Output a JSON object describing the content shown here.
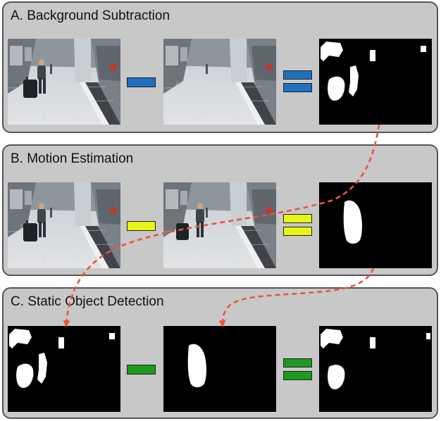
{
  "panels": [
    {
      "title": "A. Background Subtraction",
      "operator_color": "#1f6fc0",
      "operator": "minus_equals"
    },
    {
      "title": "B. Motion Estimation",
      "operator_color": "#e6f516",
      "operator": "minus_equals"
    },
    {
      "title": "C. Static Object Detection",
      "operator_color": "#1d9a1d",
      "operator": "minus_equals"
    }
  ],
  "colors": {
    "panel_bg": "#c8c8c8",
    "panel_border": "#555555",
    "arrow": "#e8553f",
    "mask_fg": "#ffffff",
    "mask_bg": "#000000"
  },
  "frame_types": {
    "a1": "station-with-person-and-luggage",
    "a2": "station-empty",
    "a3": "foreground-mask",
    "b1": "station-with-person-and-luggage",
    "b2": "station-with-person-and-luggage",
    "b3": "motion-mask",
    "c1": "foreground-mask",
    "c2": "motion-mask",
    "c3": "static-object-mask"
  }
}
